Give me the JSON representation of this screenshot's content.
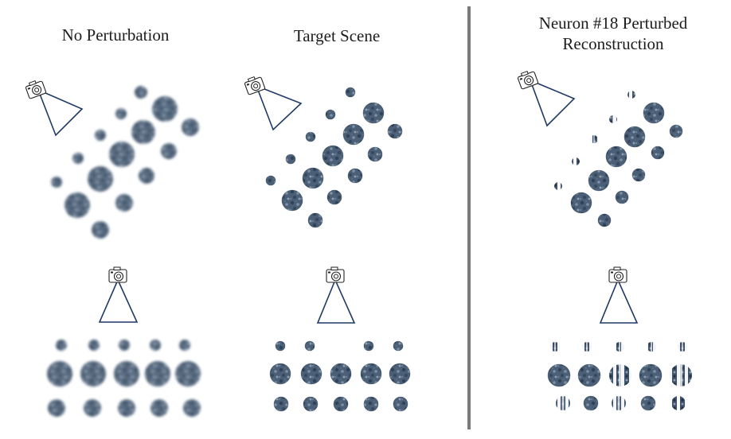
{
  "panels": [
    {
      "id": "no-perturbation",
      "title": "No Perturbation"
    },
    {
      "id": "target-scene",
      "title": "Target Scene"
    },
    {
      "id": "neuron-perturbed",
      "title": "Neuron #18 Perturbed\nReconstruction"
    }
  ],
  "colors": {
    "sphere": "#4a5d74",
    "sphere_dark": "#2c3d52",
    "sphere_light": "#7f93a8",
    "frustum": "#1f3a66",
    "camera": "#222222",
    "divider": "#7a7a7a"
  },
  "icons": [
    "camera-icon",
    "view-frustum-icon"
  ]
}
